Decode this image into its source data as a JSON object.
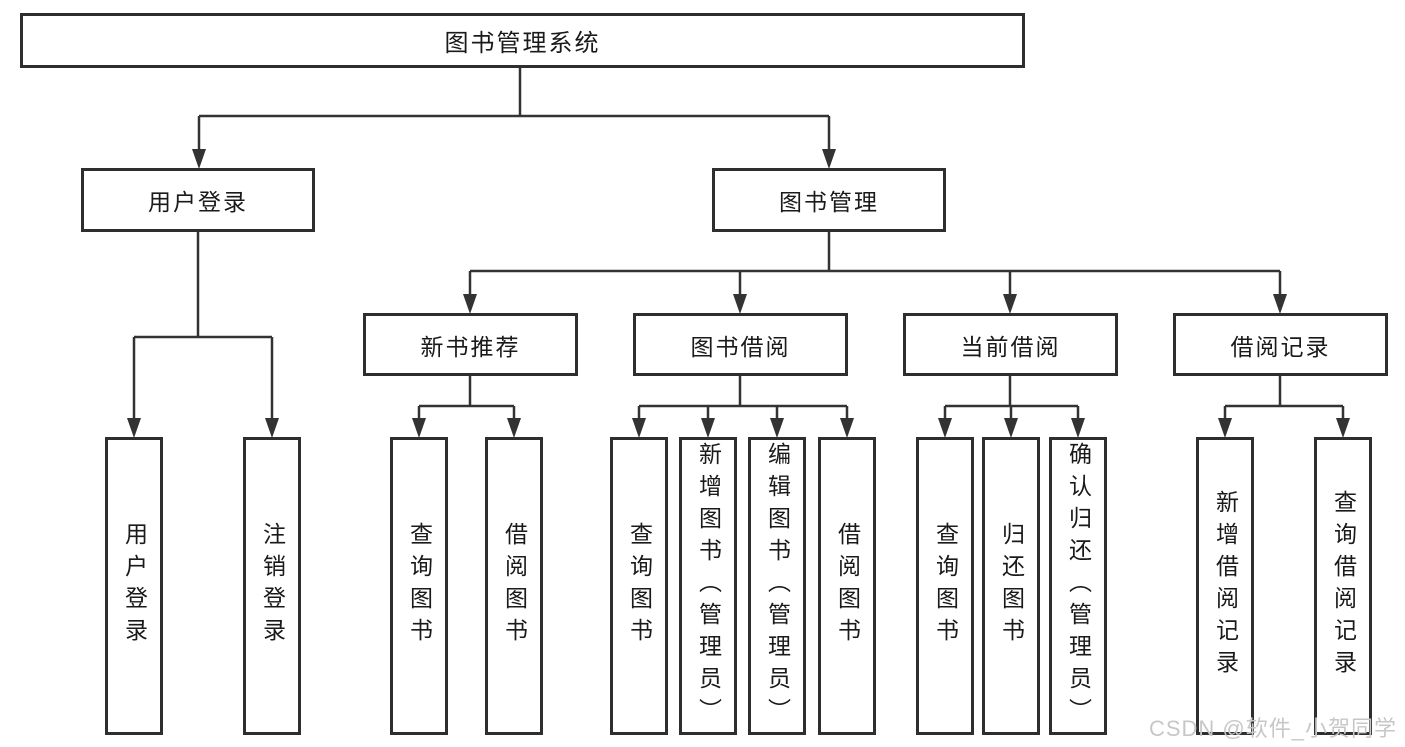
{
  "diagram": {
    "root": {
      "label": "图书管理系统"
    },
    "level1": [
      {
        "label": "用户登录",
        "children": [
          {
            "label": "用户登录"
          },
          {
            "label": "注销登录"
          }
        ]
      },
      {
        "label": "图书管理",
        "children": [
          {
            "label": "新书推荐",
            "children": [
              {
                "label": "查询图书"
              },
              {
                "label": "借阅图书"
              }
            ]
          },
          {
            "label": "图书借阅",
            "children": [
              {
                "label": "查询图书"
              },
              {
                "label": "新增图书（管理员）"
              },
              {
                "label": "编辑图书（管理员）"
              },
              {
                "label": "借阅图书"
              }
            ]
          },
          {
            "label": "当前借阅",
            "children": [
              {
                "label": "查询图书"
              },
              {
                "label": "归还图书"
              },
              {
                "label": "确认归还（管理员）"
              }
            ]
          },
          {
            "label": "借阅记录",
            "children": [
              {
                "label": "新增借阅记录"
              },
              {
                "label": "查询借阅记录"
              }
            ]
          }
        ]
      }
    ]
  },
  "watermark": "CSDN @软件_小贺同学",
  "colors": {
    "line": "#333333",
    "box_border": "#2e2e2e",
    "text": "#1a1a1a",
    "watermark": "#c7c7c7",
    "background": "#ffffff"
  }
}
